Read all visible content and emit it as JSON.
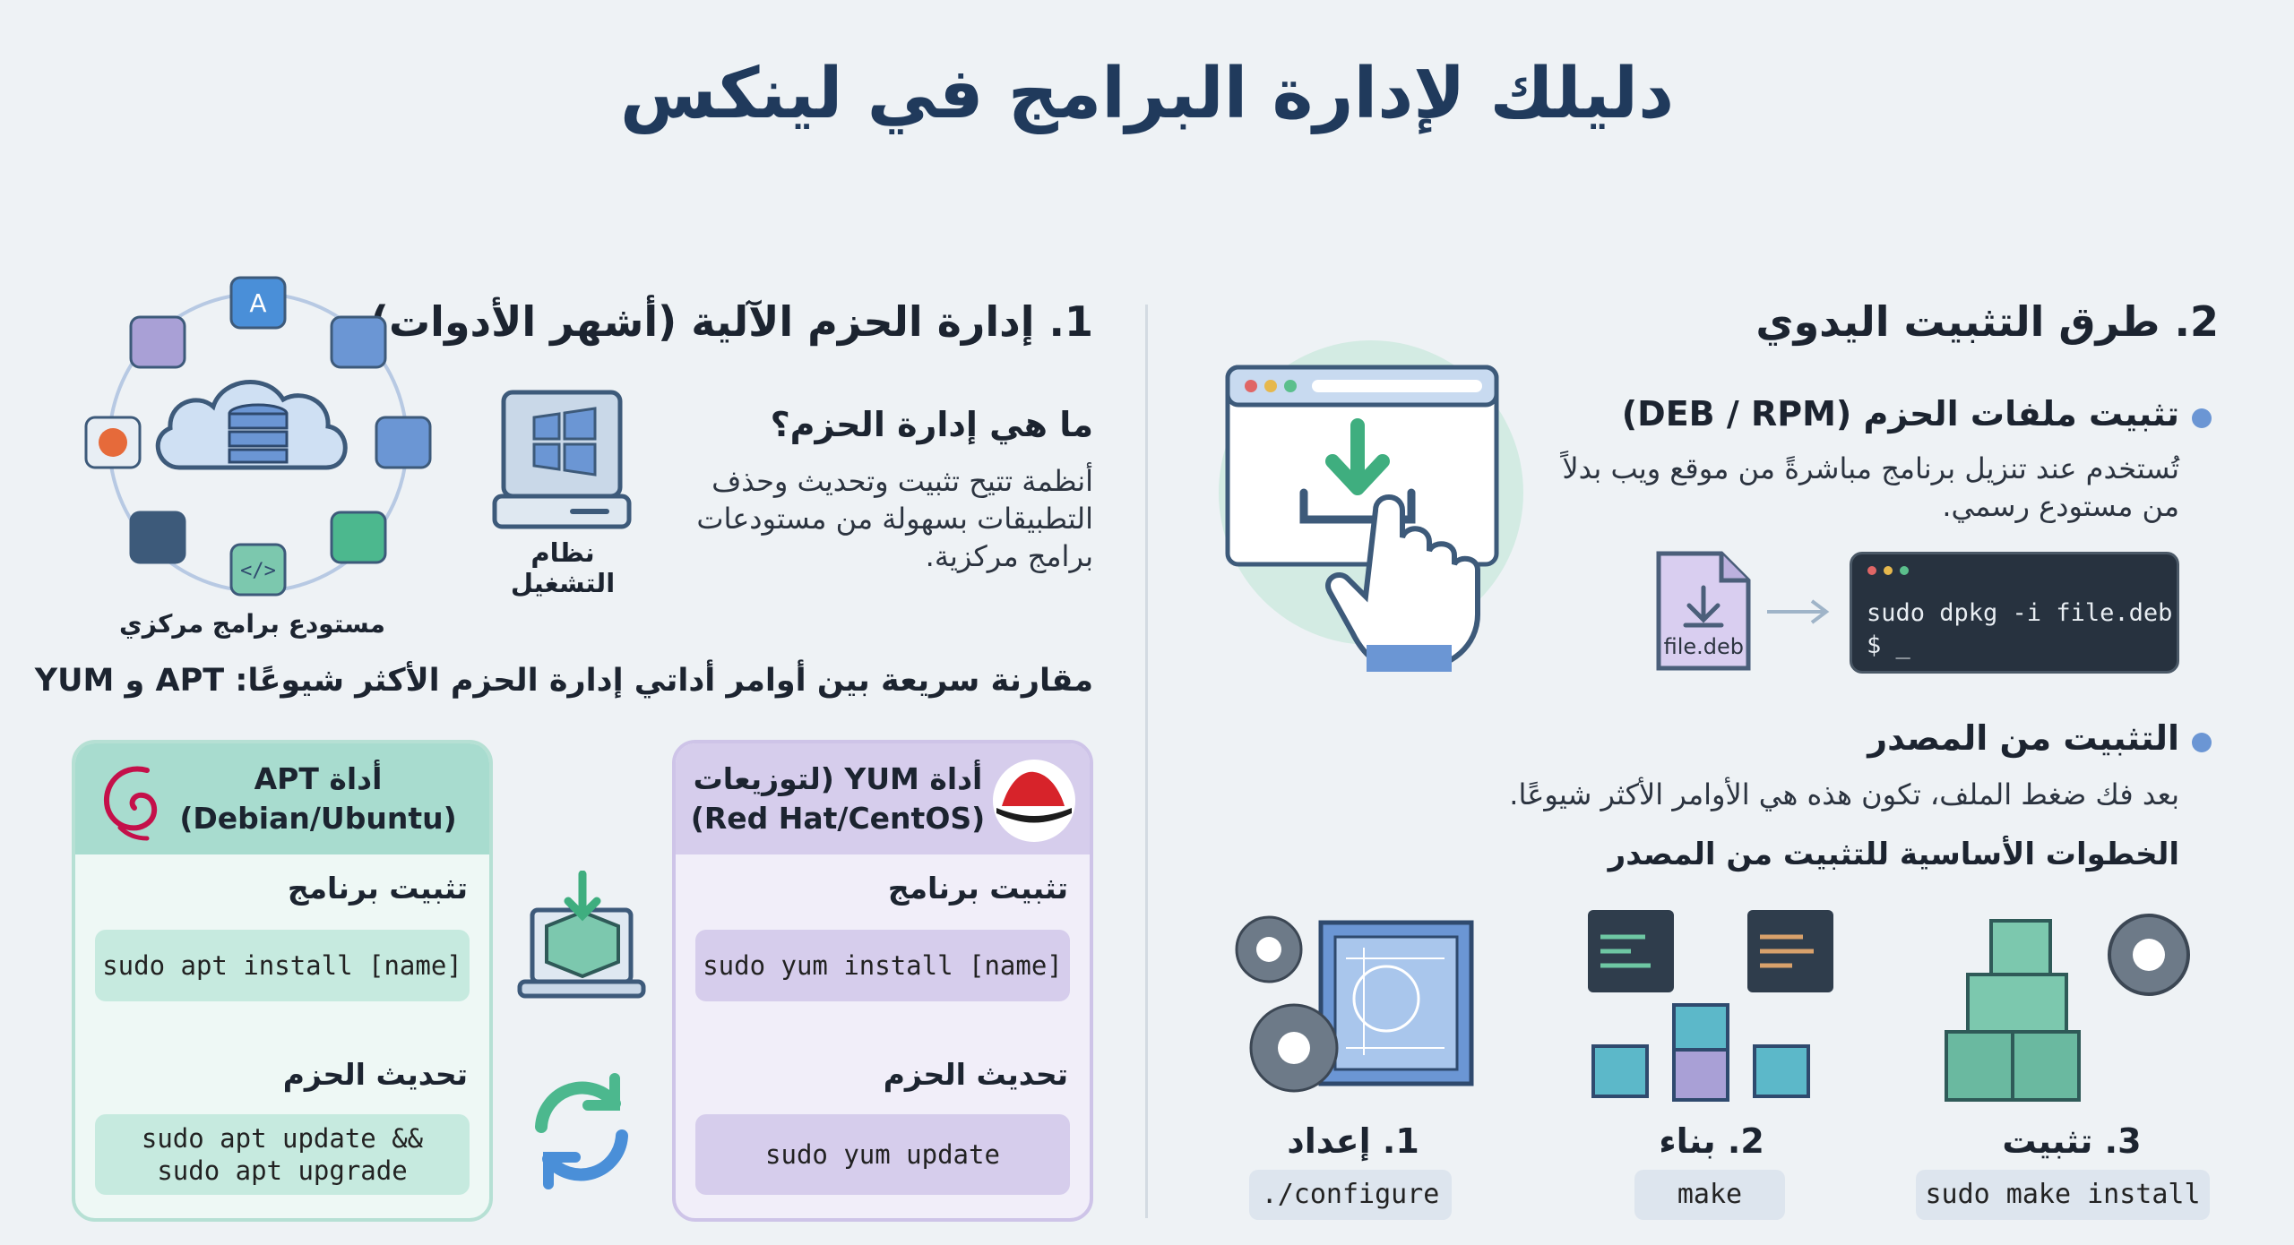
{
  "title": "دليلك لإدارة البرامج في لينكس",
  "section1": {
    "heading": "1. إدارة الحزم الآلية (أشهر الأدوات)",
    "what_heading": "ما هي إدارة الحزم؟",
    "what_lines": [
      "أنظمة تتيح تثبيت وتحديث وحذف",
      "التطبيقات بسهولة من مستودعات",
      "برامج مركزية."
    ],
    "os_label": "نظام التشغيل",
    "repo_label": "مستودع برامج مركزي",
    "comparison_heading": "مقارنة سريعة بين أوامر أداتي إدارة الحزم الأكثر شيوعًا: APT و YUM",
    "apt": {
      "title_line1": "أداة APT",
      "title_line2": "(Debian/Ubuntu)",
      "install_label": "تثبيت برنامج",
      "install_cmd": "sudo apt install [name]",
      "update_label": "تحديث الحزم",
      "update_cmd_line1": "sudo apt update &&",
      "update_cmd_line2": "sudo apt upgrade"
    },
    "yum": {
      "title_line1": "أداة YUM (لتوزيعات",
      "title_line2": "(Red Hat/CentOS)",
      "install_label": "تثبيت برنامج",
      "install_cmd": "sudo yum install [name]",
      "update_label": "تحديث الحزم",
      "update_cmd": "sudo yum update"
    }
  },
  "section2": {
    "heading": "2. طرق التثبيت اليدوي",
    "pkg_heading": "تثبيت ملفات الحزم (DEB / RPM)",
    "pkg_lines": [
      "تُستخدم عند تنزيل برنامج مباشرةً من موقع ويب بدلاً",
      "من مستودع رسمي."
    ],
    "file_label": "file.deb",
    "terminal_line1": "sudo dpkg -i file.deb",
    "terminal_line2": "$ _",
    "source_heading": "التثبيت من المصدر",
    "source_text": "بعد فك ضغط الملف، تكون هذه هي الأوامر الأكثر شيوعًا.",
    "steps_heading": "الخطوات الأساسية للتثبيت من المصدر",
    "steps": [
      {
        "label": "1. إعداد",
        "cmd": "./configure"
      },
      {
        "label": "2. بناء",
        "cmd": "make"
      },
      {
        "label": "3. تثبيت",
        "cmd": "sudo make install"
      }
    ]
  },
  "colors": {
    "accent_blue": "#6b96d4",
    "apt_green": "#a8dccf",
    "yum_purple": "#d6cdec",
    "title_navy": "#203a5c"
  }
}
